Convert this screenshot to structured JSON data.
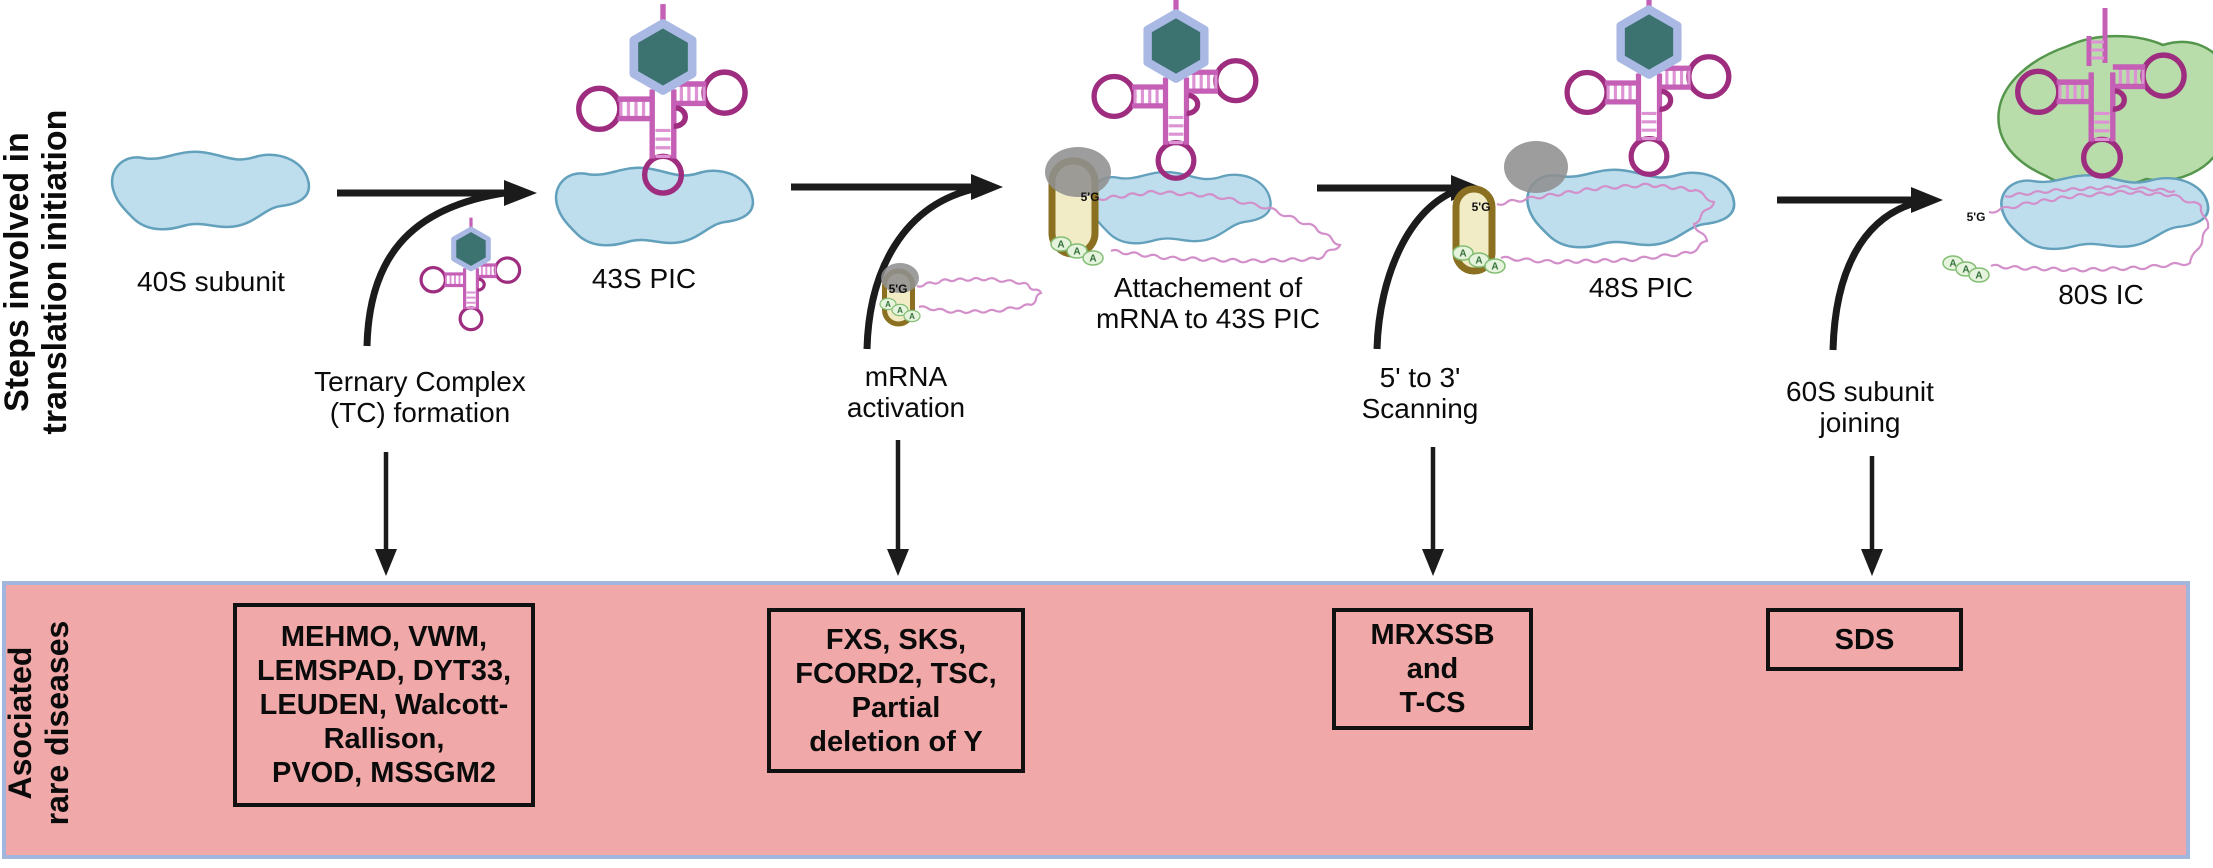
{
  "side_labels": {
    "top": "Steps involved in\ntranslation initiation",
    "bottom": "Asociated\nrare diseases"
  },
  "stages": [
    {
      "label": "40S subunit"
    },
    {
      "label": "Ternary Complex\n(TC) formation"
    },
    {
      "label": "43S PIC"
    },
    {
      "label": "mRNA\nactivation"
    },
    {
      "label": "Attachement of\nmRNA to 43S PIC"
    },
    {
      "label": "5' to 3'\nScanning"
    },
    {
      "label": "48S PIC"
    },
    {
      "label": "60S subunit\njoining"
    },
    {
      "label": "80S IC"
    }
  ],
  "annotations": {
    "cap_label": "5'G",
    "poly_a_letter": "A"
  },
  "disease_boxes": [
    {
      "text": "MEHMO, VWM,\nLEMSPAD, DYT33,\nLEUDEN, Walcott-\nRallison,\nPVOD, MSSGM2"
    },
    {
      "text": "FXS, SKS,\nFCORD2, TSC,\nPartial\ndeletion of Y"
    },
    {
      "text": "MRXSSB\nand\nT-CS"
    },
    {
      "text": "SDS"
    }
  ],
  "colors": {
    "band_fill": "#f0a8a8",
    "band_border": "#a2b5dc",
    "ribosome_40s": "#bedeed",
    "ribosome_60s": "#b9dcab",
    "trna_dark": "#9e2d80",
    "mrna_wave": "#d28fca",
    "cap_hexagon": "#3c7370",
    "cap_hexagon_border": "#a9b9e3",
    "mrna_capsule": "#8a7020",
    "arrow": "#1b1b1b"
  }
}
